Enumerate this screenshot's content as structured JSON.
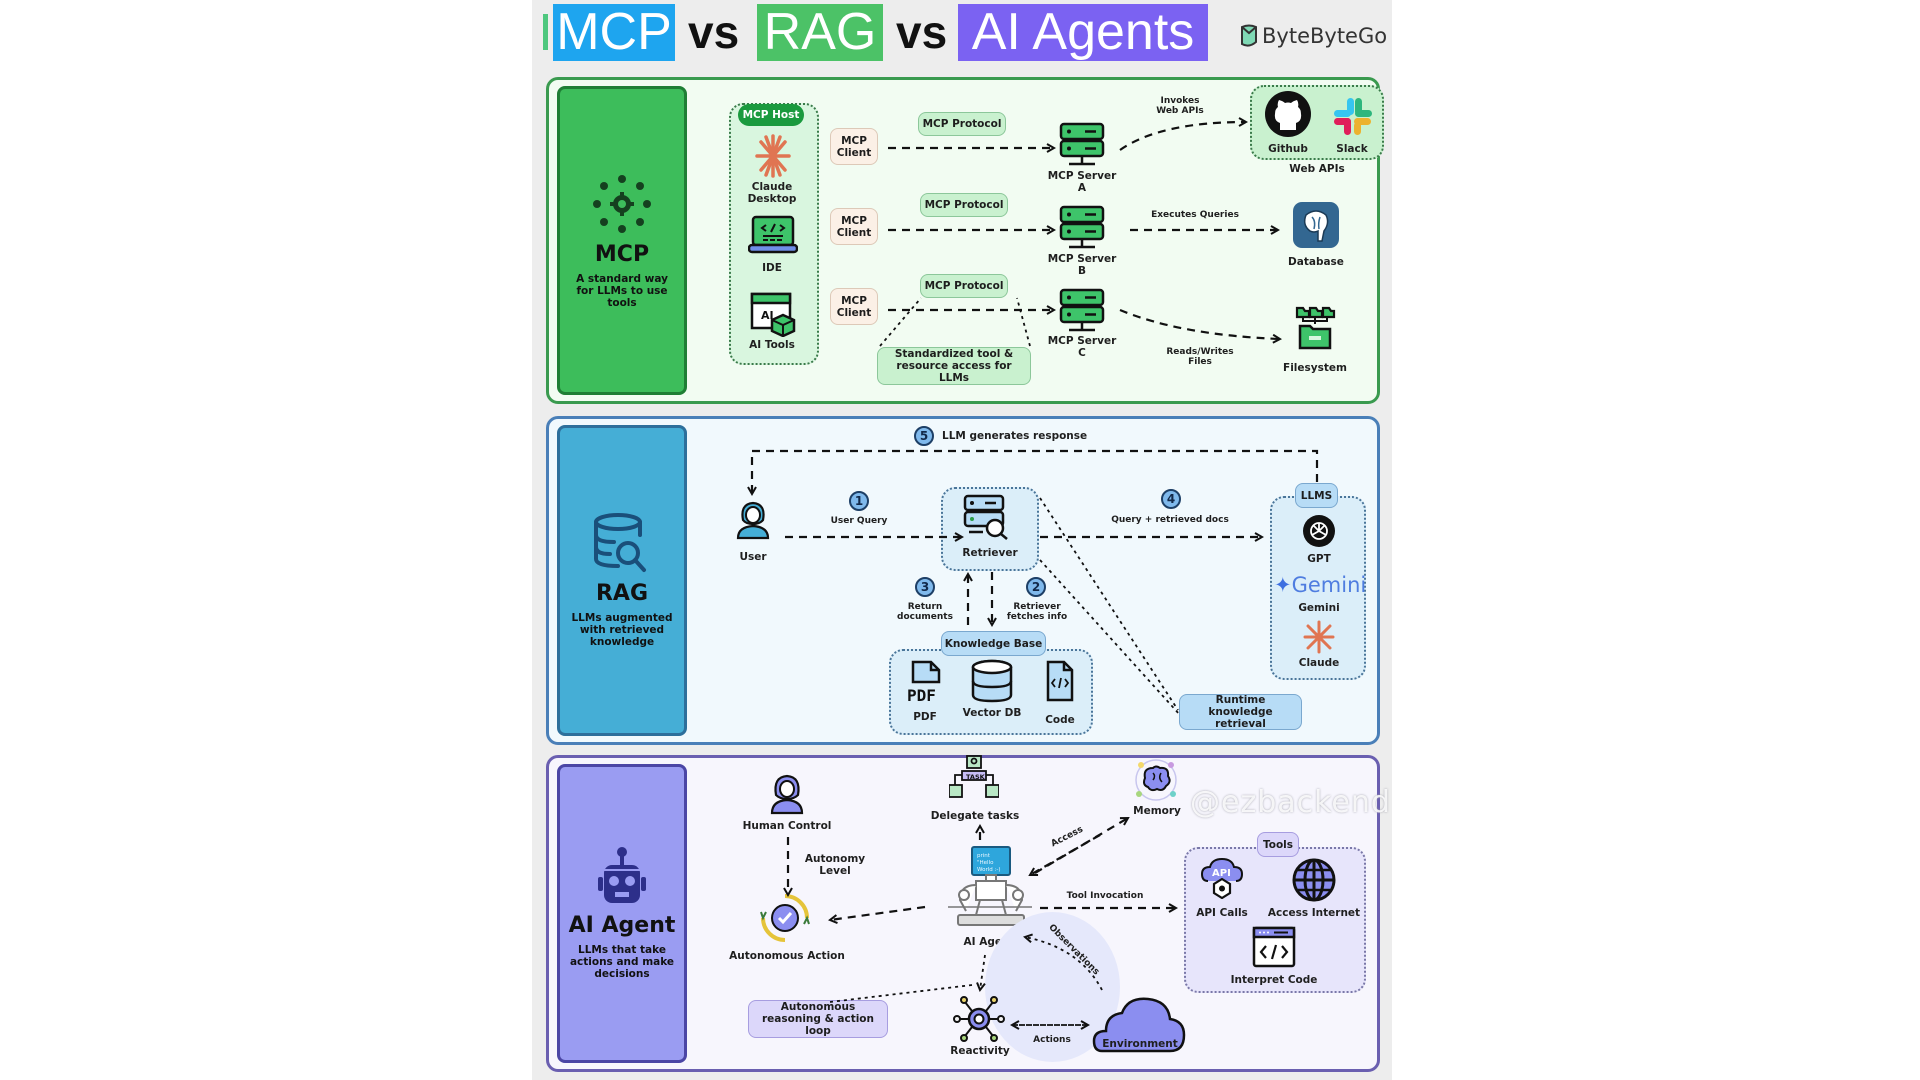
{
  "header": {
    "title_parts": [
      "MCP",
      "vs",
      "RAG",
      "vs",
      "AI Agents"
    ],
    "brand": "ByteByteGo",
    "colors": {
      "mcp": "#1ea5ef",
      "rag": "#4cc267",
      "agents": "#7b62f2"
    }
  },
  "mcp": {
    "name": "MCP",
    "description": "A standard way for LLMs to use tools",
    "host_label": "MCP Host",
    "hosts": [
      {
        "label": "Claude Desktop",
        "icon": "claude-icon"
      },
      {
        "label": "IDE",
        "icon": "ide-icon"
      },
      {
        "label": "AI Tools",
        "icon": "ai-tools-icon"
      }
    ],
    "client_label": "MCP Client",
    "protocol_label": "MCP Protocol",
    "servers": [
      "MCP Server A",
      "MCP Server B",
      "MCP Server C"
    ],
    "note": "Standardized tool & resource access for LLMs",
    "edges": [
      "Invokes Web APIs",
      "Executes Queries",
      "Reads/Writes Files"
    ],
    "targets": {
      "web_apis_label": "Web APIs",
      "github": "Github",
      "slack": "Slack",
      "database": "Database",
      "filesystem": "Filesystem"
    },
    "colors": {
      "panel_border": "#3a9a4f",
      "panel_bg": "#f2fcf2",
      "side_bg": "#3dbd5b",
      "accent_dark": "#1a8a3a"
    }
  },
  "rag": {
    "name": "RAG",
    "description": "LLMs augmented with retrieved knowledge",
    "steps": [
      {
        "num": "1",
        "label": "User Query"
      },
      {
        "num": "2",
        "label": "Retriever fetches info"
      },
      {
        "num": "3",
        "label": "Return documents"
      },
      {
        "num": "4",
        "label": "Query + retrieved docs"
      },
      {
        "num": "5",
        "label": "LLM generates response"
      }
    ],
    "user": "User",
    "retriever": "Retriever",
    "knowledge_base": "Knowledge Base",
    "kb_items": [
      "PDF",
      "Vector DB",
      "Code"
    ],
    "pdf_glyph": "PDF",
    "llms_label": "LLMS",
    "llms": [
      "GPT",
      "Gemini",
      "Claude"
    ],
    "gemini_wordmark": "Gemini",
    "runtime_note": "Runtime knowledge retrieval",
    "colors": {
      "panel_border": "#4a7fb8",
      "panel_bg": "#f1f9fd",
      "side_bg": "#45aed6",
      "pill_bg": "#b7dcf6"
    }
  },
  "agents": {
    "name": "AI Agent",
    "description": "LLMs that take actions and make decisions",
    "human_control": "Human Control",
    "autonomy_level": "Autonomy Level",
    "autonomous_action": "Autonomous Action",
    "delegate_tasks": "Delegate tasks",
    "task_tag": "TASK",
    "memory": "Memory",
    "access": "Access",
    "agent": "AI Agent",
    "screen_text": "print \"Hello World :-)",
    "tool_invocation": "Tool Invocation",
    "tools_label": "Tools",
    "tools": [
      "API Calls",
      "Access Internet",
      "Interpret Code"
    ],
    "api_glyph": "API",
    "observations": "Observations",
    "reactivity": "Reactivity",
    "actions": "Actions",
    "environment": "Environment",
    "loop_note": "Autonomous reasoning & action loop",
    "watermark": "@ezbackend",
    "colors": {
      "panel_border": "#6a5fb0",
      "panel_bg": "#f7f6fd",
      "side_bg": "#9a9cf2",
      "pill_bg": "#dcd7fa"
    }
  }
}
